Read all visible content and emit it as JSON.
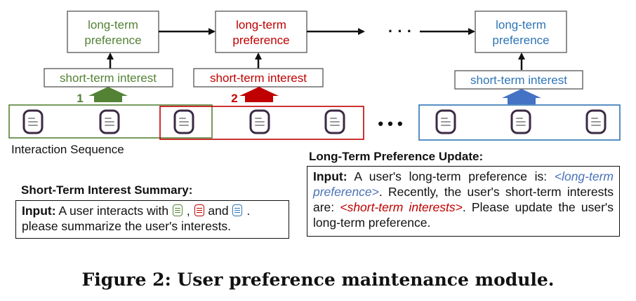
{
  "colors": {
    "green": "#548235",
    "red": "#c00000",
    "blue": "#2e75b6",
    "blue_light": "#4472c4",
    "icon_outline": "#3b2a44",
    "black": "#111111"
  },
  "long_term_boxes": [
    {
      "line1": "long-term",
      "line2": "preference",
      "color": "green"
    },
    {
      "line1": "long-term",
      "line2": "preference",
      "color": "red"
    },
    {
      "line1": "long-term",
      "line2": "preference",
      "color": "blue"
    }
  ],
  "short_term_boxes": [
    {
      "label": "short-term interest",
      "color": "green"
    },
    {
      "label": "short-term interest",
      "color": "red"
    },
    {
      "label": "short-term interest",
      "color": "blue"
    }
  ],
  "step_numbers": [
    "1",
    "2"
  ],
  "ellipsis_top": "· · ·",
  "ellipsis_mid": "• • •",
  "sequence_label": "Interaction Sequence",
  "short_term_summary": {
    "heading": "Short-Term Interest Summary:",
    "input_label": "Input:",
    "text_before": " A user interacts with ",
    "separator": " , ",
    "and_word": " and ",
    "text_after": " .",
    "line2": "please summarize the user's interests."
  },
  "long_term_update": {
    "heading": "Long-Term Preference Update:",
    "input_label": "Input:",
    "text_1": " A user's long-term preference is: ",
    "placeholder_1": "<long-term preference>",
    "text_2": ". Recently, the user's short-term interests are: ",
    "placeholder_2": "<short-term interests>",
    "text_3": ". Please update the user's long-term preference."
  },
  "caption": "Figure 2: User preference maintenance module."
}
